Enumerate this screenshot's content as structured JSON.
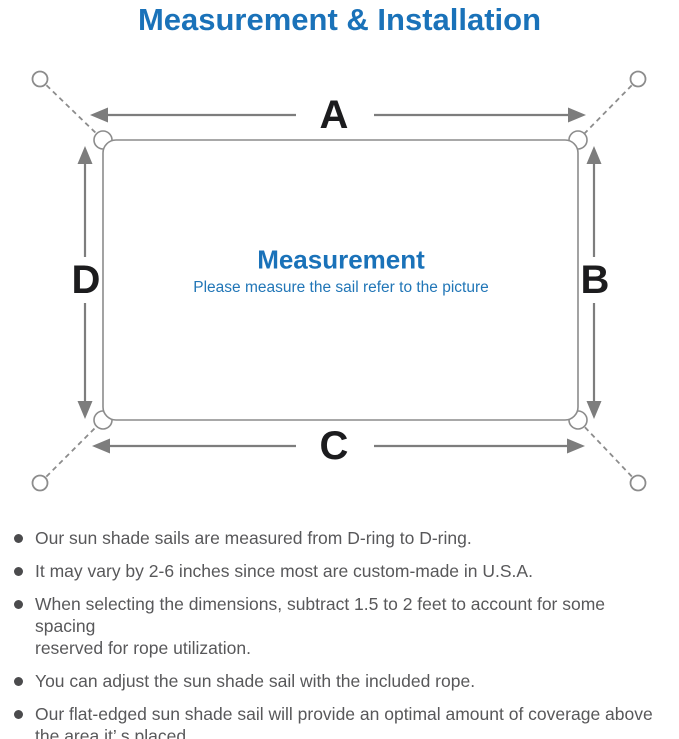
{
  "title": "Measurement & Installation",
  "colors": {
    "accent_blue": "#1a72b9",
    "line_gray": "#8c8c8c",
    "arrow_gray": "#7d7d7d",
    "note_text_gray": "#58585a",
    "letter_black": "#1c1c1e"
  },
  "diagram": {
    "labels": {
      "top": "A",
      "right": "B",
      "bottom": "C",
      "left": "D"
    },
    "center_title": "Measurement",
    "center_subtitle": "Please measure the sail refer to the picture",
    "icons": [
      "anchor-point-circle",
      "d-ring",
      "dashed-guy-line",
      "dimension-arrow",
      "sail-outline"
    ]
  },
  "notes": [
    {
      "lines": [
        "Our sun shade sails are measured from D-ring to D-ring."
      ]
    },
    {
      "lines": [
        "It may vary by 2-6 inches since most are custom-made in U.S.A."
      ]
    },
    {
      "lines": [
        "When selecting the dimensions, subtract 1.5 to 2 feet to account for some spacing",
        "reserved for rope utilization."
      ]
    },
    {
      "lines": [
        "You can adjust the sun shade sail with the included rope."
      ]
    },
    {
      "lines": [
        "Our flat-edged sun shade sail will provide an optimal amount of coverage above",
        "the area it’ s placed."
      ]
    }
  ]
}
